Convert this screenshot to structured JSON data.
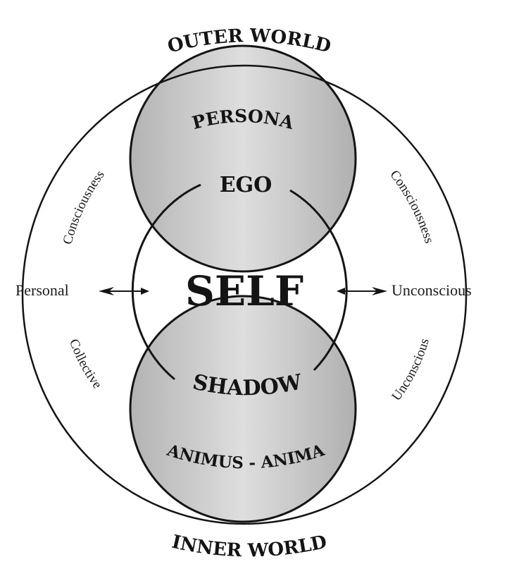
{
  "labels": {
    "outer_world": "OUTER WORLD",
    "inner_world": "INNER WORLD",
    "persona": "PERSONA",
    "ego": "EGO",
    "self": "SELF",
    "shadow": "SHADOW",
    "animus_anima": "ANIMUS - ANIMA",
    "personal": "Personal",
    "unconscious_right": "Unconscious",
    "consciousness_left": "Consciousness",
    "consciousness_right": "Consciousness",
    "collective": "Collective",
    "unconscious_lower_right": "Unconscious"
  },
  "colors": {
    "ink": "#141414",
    "shade_dark": "#b8b8b8",
    "shade_light": "#e2e2e2",
    "background": "#ffffff"
  }
}
